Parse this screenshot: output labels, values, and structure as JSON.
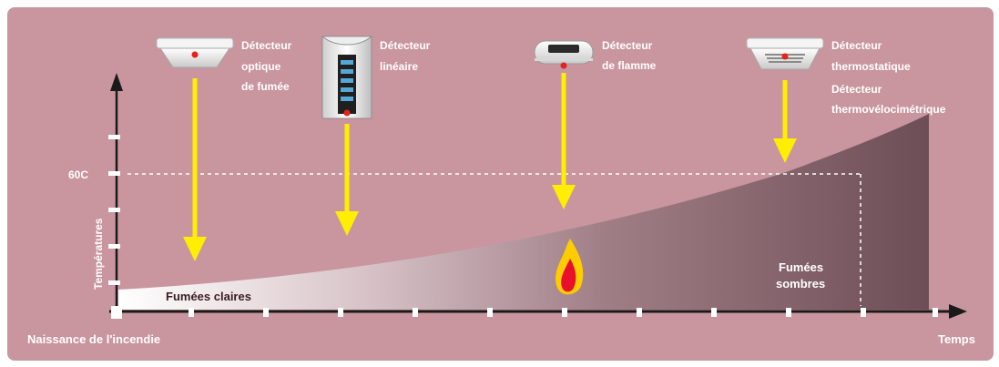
{
  "diagram": {
    "colors": {
      "background": "#c9959e",
      "white": "#ffffff",
      "dark_text": "#3a1c24",
      "arrow_yellow": "#ffee00",
      "curve_dark": "#6e4e56",
      "flame_outer": "#ffcc00",
      "flame_inner": "#e8102a"
    },
    "axes": {
      "y_label": "Températures",
      "x_label": "Temps",
      "origin_label": "Naissance de l'incendie",
      "threshold_label": "60C"
    },
    "zones": {
      "light_smoke": "Fumées claires",
      "dark_smoke_line1": "Fumées",
      "dark_smoke_line2": "sombres"
    },
    "detectors": [
      {
        "name": "optical-smoke",
        "icon": "ceiling-smoke-detector-icon",
        "lines": [
          "Détecteur",
          "optique",
          "de fumée"
        ]
      },
      {
        "name": "linear",
        "icon": "beam-detector-icon",
        "lines": [
          "Détecteur",
          "linéaire"
        ]
      },
      {
        "name": "flame",
        "icon": "flame-detector-icon",
        "lines": [
          "Détecteur",
          "de flamme"
        ]
      },
      {
        "name": "thermostatic",
        "icon": "heat-detector-icon",
        "lines": [
          "Détecteur",
          "thermostatique",
          "Détecteur",
          "thermovélocimétrique"
        ]
      }
    ]
  }
}
